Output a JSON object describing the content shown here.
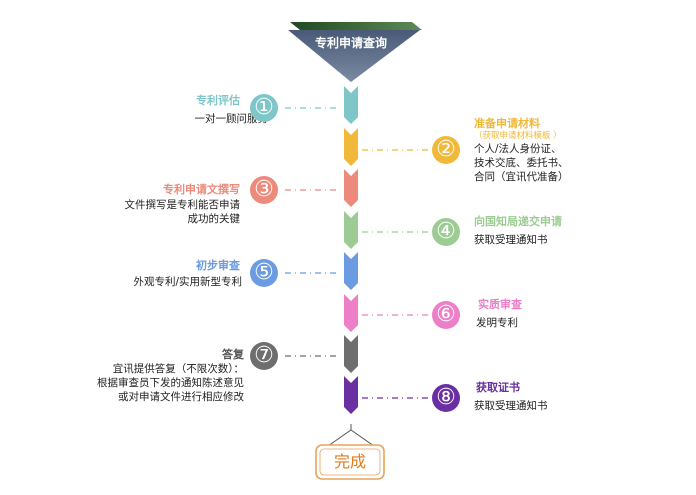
{
  "title": "专利申请查询",
  "steps": [
    {
      "num": "①",
      "title": "专利评估",
      "desc": [
        "一对一顾问服务"
      ],
      "side": "left",
      "color": "#7fc6c9"
    },
    {
      "num": "②",
      "title": "准备申请材料",
      "sub": "（获取申请材料模板 ）",
      "desc": [
        "个人/法人身份证、",
        "技术交底、委托书、",
        "合同（宜讯代准备）"
      ],
      "side": "right",
      "color": "#f0b93a"
    },
    {
      "num": "③",
      "title": "专利申请文撰写",
      "desc": [
        "文件撰写是专利能否申请",
        "成功的关键"
      ],
      "side": "left",
      "color": "#ec8a7c"
    },
    {
      "num": "④",
      "title": "向国知局递交申请",
      "desc": [
        "获取受理通知书"
      ],
      "side": "right",
      "color": "#9ccc94"
    },
    {
      "num": "⑤",
      "title": "初步审查",
      "desc": [
        "外观专利/实用新型专利"
      ],
      "side": "left",
      "color": "#6b9be0"
    },
    {
      "num": "⑥",
      "title": "实质审查",
      "desc": [
        "发明专利"
      ],
      "side": "right",
      "color": "#ec7fc8"
    },
    {
      "num": "⑦",
      "title": "答复",
      "desc": [
        "宜讯提供答复（不限次数）：",
        "根据审查员下发的通知陈述意见",
        "或对申请文件进行相应修改"
      ],
      "side": "left",
      "color": "#6e6e6e"
    },
    {
      "num": "⑧",
      "title": "获取证书",
      "desc": [
        "获取受理通知书"
      ],
      "side": "right",
      "color": "#6a2fa3"
    }
  ],
  "finish": "完成",
  "colors": {
    "header_top": "#2f5a2f",
    "header_funnel": "#3e4f6a",
    "finish_border": "#e5a45a"
  }
}
